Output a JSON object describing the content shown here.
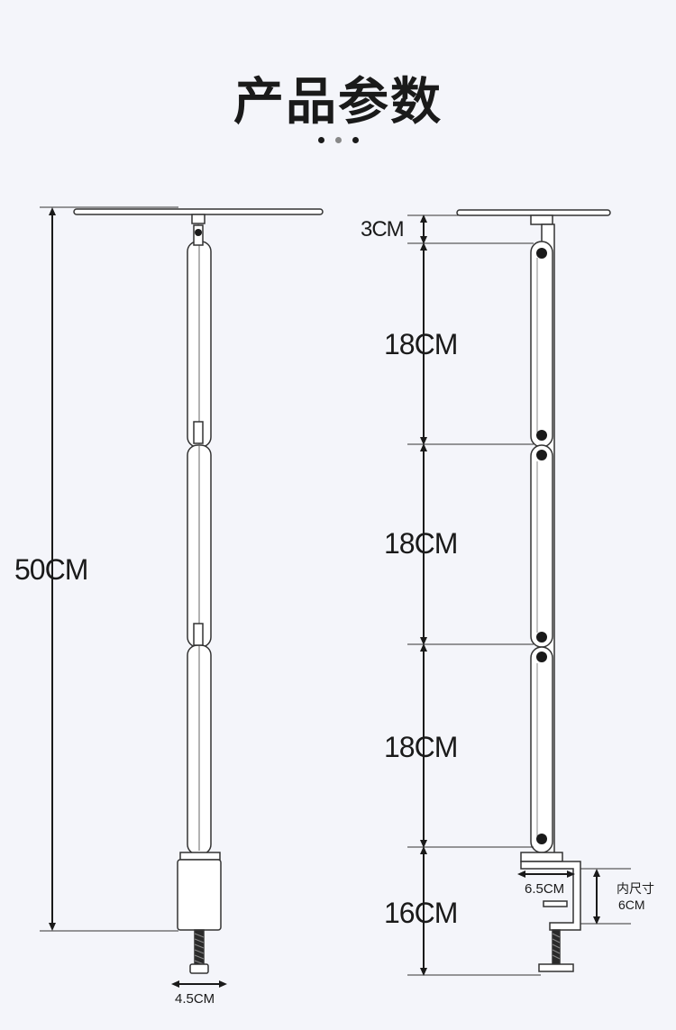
{
  "title": "产品参数",
  "left_view": {
    "total_height_label": "50CM",
    "clamp_width_label": "4.5CM"
  },
  "right_view": {
    "top_offset_label": "3CM",
    "arm_segment_labels": [
      "18CM",
      "18CM",
      "18CM"
    ],
    "base_height_label": "16CM",
    "clamp_depth_label": "6.5CM",
    "clamp_inner_label": "内尺寸",
    "clamp_inner_value": "6CM"
  }
}
